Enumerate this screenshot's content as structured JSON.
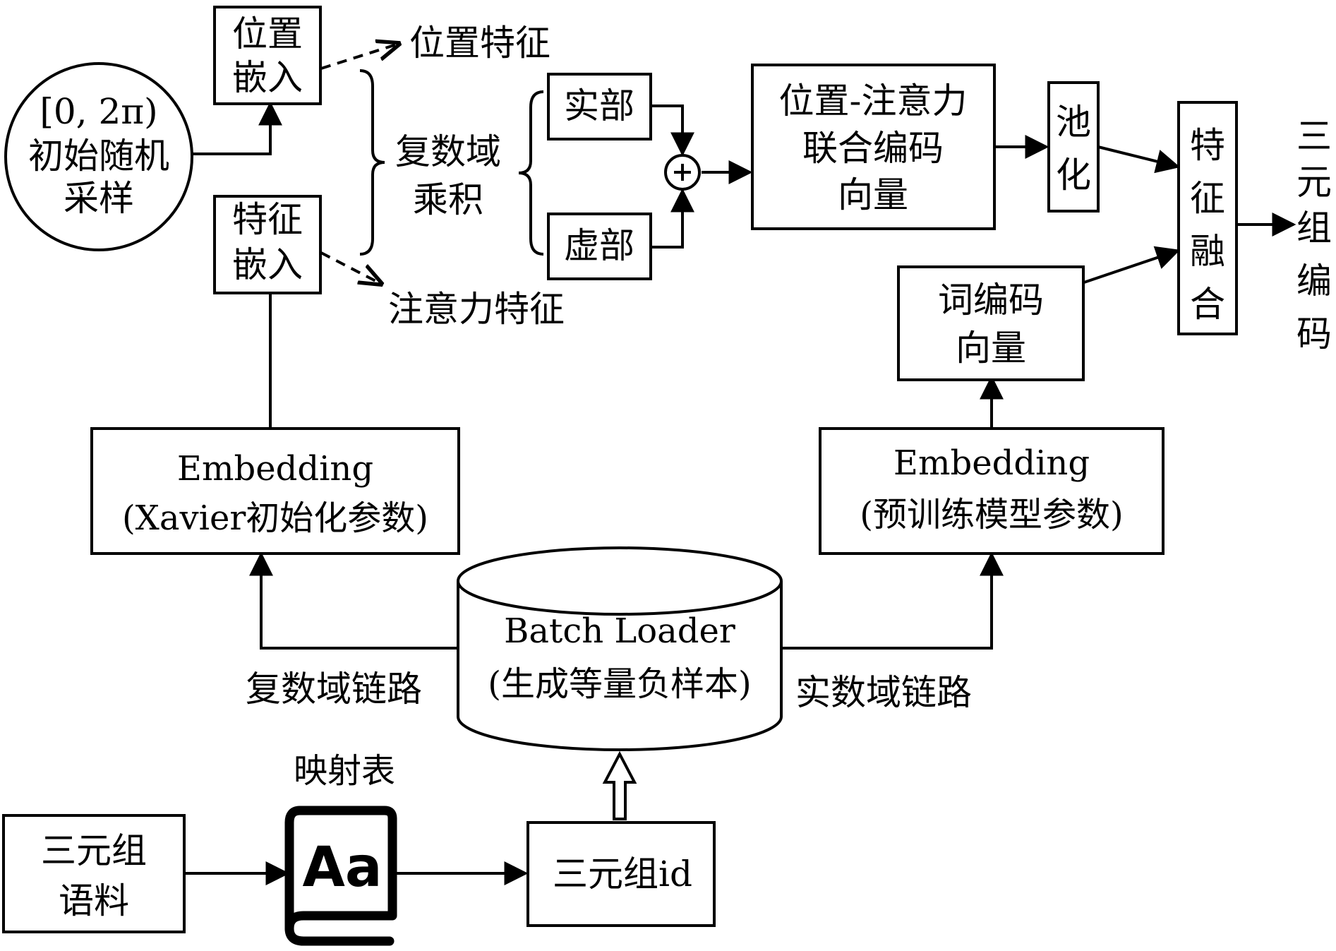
{
  "sampling": {
    "line1": "[0, 2π)",
    "line2": "初始随机",
    "line3": "采样"
  },
  "pos_embed": {
    "line1": "位置",
    "line2": "嵌入"
  },
  "feat_embed": {
    "line1": "特征",
    "line2": "嵌入"
  },
  "pos_feature": "位置特征",
  "attn_feature": "注意力特征",
  "complex_product": {
    "line1": "复数域",
    "line2": "乘积"
  },
  "real_part": "实部",
  "imag_part": "虚部",
  "joint_vector": {
    "line1": "位置-注意力",
    "line2": "联合编码",
    "line3": "向量"
  },
  "pooling": {
    "line1": "池",
    "line2": "化"
  },
  "fusion": {
    "line1": "特",
    "line2": "征",
    "line3": "融",
    "line4": "合"
  },
  "output": {
    "c1": "三",
    "c2": "元",
    "c3": "组",
    "c4": "编",
    "c5": "码"
  },
  "word_vector": {
    "line1": "词编码",
    "line2": "向量"
  },
  "embed_left": {
    "line1": "Embedding",
    "line2": "(Xavier初始化参数)"
  },
  "embed_right": {
    "line1": "Embedding",
    "line2": "(预训练模型参数)"
  },
  "batch_loader": {
    "line1": "Batch Loader",
    "line2": "(生成等量负样本)"
  },
  "complex_link": "复数域链路",
  "real_link": "实数域链路",
  "mapping_table": "映射表",
  "corpus": {
    "line1": "三元组",
    "line2": "语料"
  },
  "dictionary_glyph": "Aa",
  "triple_id": "三元组id"
}
